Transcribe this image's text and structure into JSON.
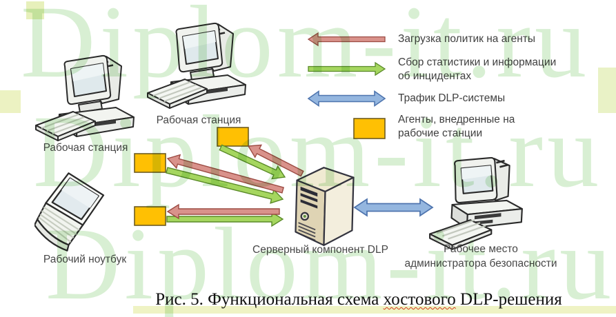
{
  "watermark": {
    "text": "Diplom-it.ru",
    "color": "#d8efd3"
  },
  "nodes": {
    "workstation1": {
      "label": "Рабочая станция"
    },
    "workstation2": {
      "label": "Рабочая станция"
    },
    "laptop": {
      "label": "Рабочий ноутбук"
    },
    "server": {
      "label": "Серверный компонент DLP"
    },
    "admin": {
      "lines": [
        "Рабочее место",
        "администратора безопасности"
      ]
    }
  },
  "legend": {
    "items": [
      {
        "swatch": "red-left-arrow",
        "color": "#d9928b",
        "lines": [
          "Загрузка политик на агенты"
        ]
      },
      {
        "swatch": "green-right-arrow",
        "color": "#a5d65f",
        "lines": [
          "Сбор статистики и информации",
          "об инцидентах"
        ]
      },
      {
        "swatch": "blue-double-arrow",
        "color": "#94b6df",
        "lines": [
          "Трафик DLP-системы"
        ]
      },
      {
        "swatch": "orange-rect",
        "color": "#ffc000",
        "lines": [
          "Агенты, внедренные на",
          "рабочие станции"
        ]
      }
    ]
  },
  "caption": {
    "prefix": "Рис. 5. Функциональная схема ",
    "underlined_word": "хостового",
    "suffix": " DLP-решения"
  },
  "colors": {
    "policy_arrow_fill": "#d9928b",
    "policy_arrow_stroke": "#9c4b43",
    "stats_arrow_fill": "#a5d65f",
    "stats_arrow_stroke": "#5a8a28",
    "traffic_arrow_fill": "#94b6df",
    "traffic_arrow_stroke": "#4e74ae",
    "agent_fill": "#ffc003",
    "agent_stroke": "#6e5c20"
  }
}
